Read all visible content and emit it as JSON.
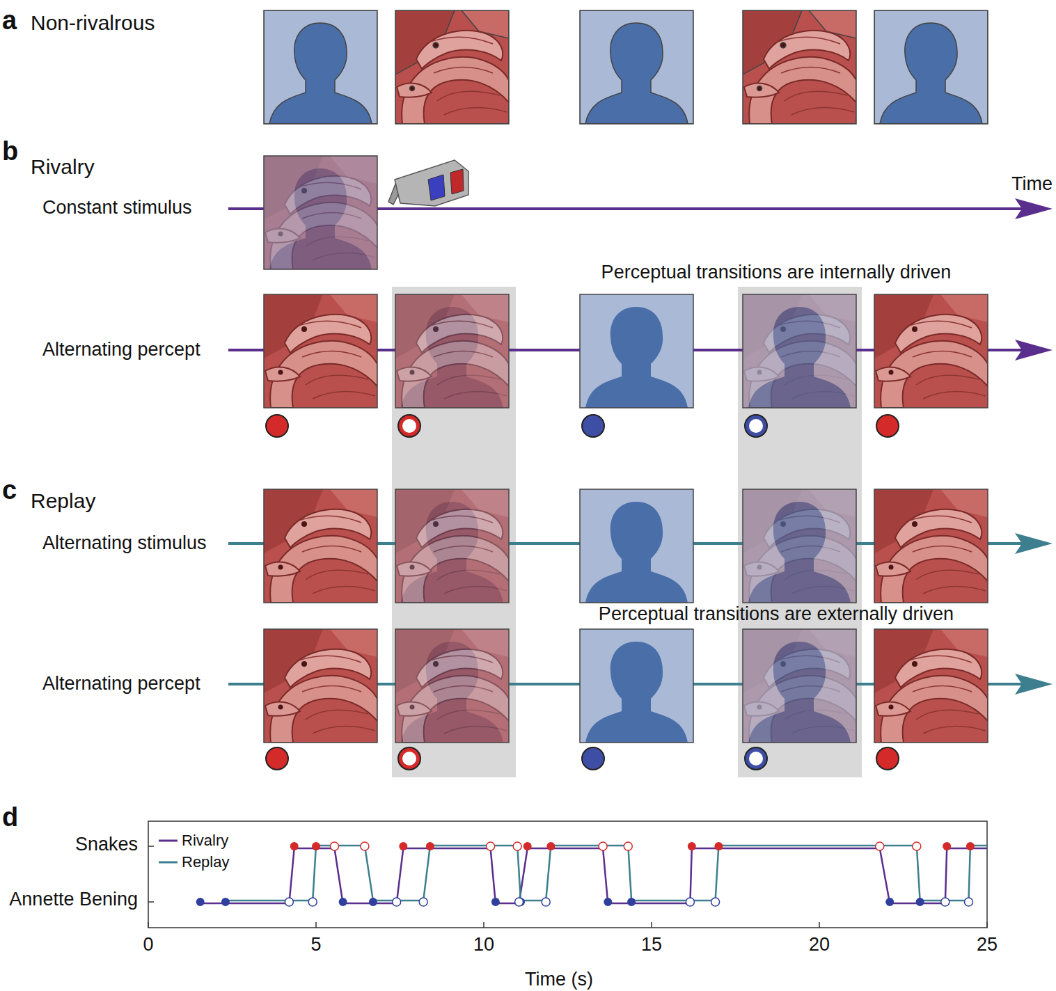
{
  "diagram": {
    "labels": [
      "a",
      "Non-rivalrous",
      "b",
      "Rivalry",
      "Time",
      "Constant stimulus",
      "Perceptual transitions are internally driven",
      "Alternating percept",
      "c",
      "Replay",
      "Alternating stimulus",
      "Perceptual transitions are externally driven",
      "Alternating percept",
      "d",
      "Snakes",
      "Annette Bening",
      "0",
      "5",
      "10",
      "15",
      "20",
      "25",
      "Time (s)"
    ],
    "legend": [
      {
        "text": "Rivalry"
      },
      {
        "text": "Replay"
      }
    ]
  }
}
